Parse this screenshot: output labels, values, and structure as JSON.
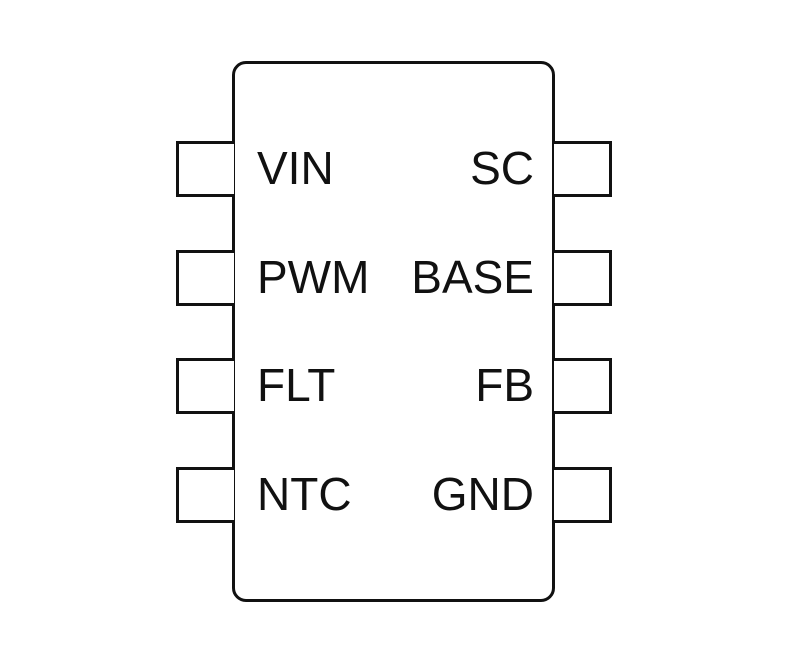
{
  "chip": {
    "left_pins": [
      {
        "label": "VIN"
      },
      {
        "label": "PWM"
      },
      {
        "label": "FLT"
      },
      {
        "label": "NTC"
      }
    ],
    "right_pins": [
      {
        "label": "SC"
      },
      {
        "label": "BASE"
      },
      {
        "label": "FB"
      },
      {
        "label": "GND"
      }
    ]
  }
}
